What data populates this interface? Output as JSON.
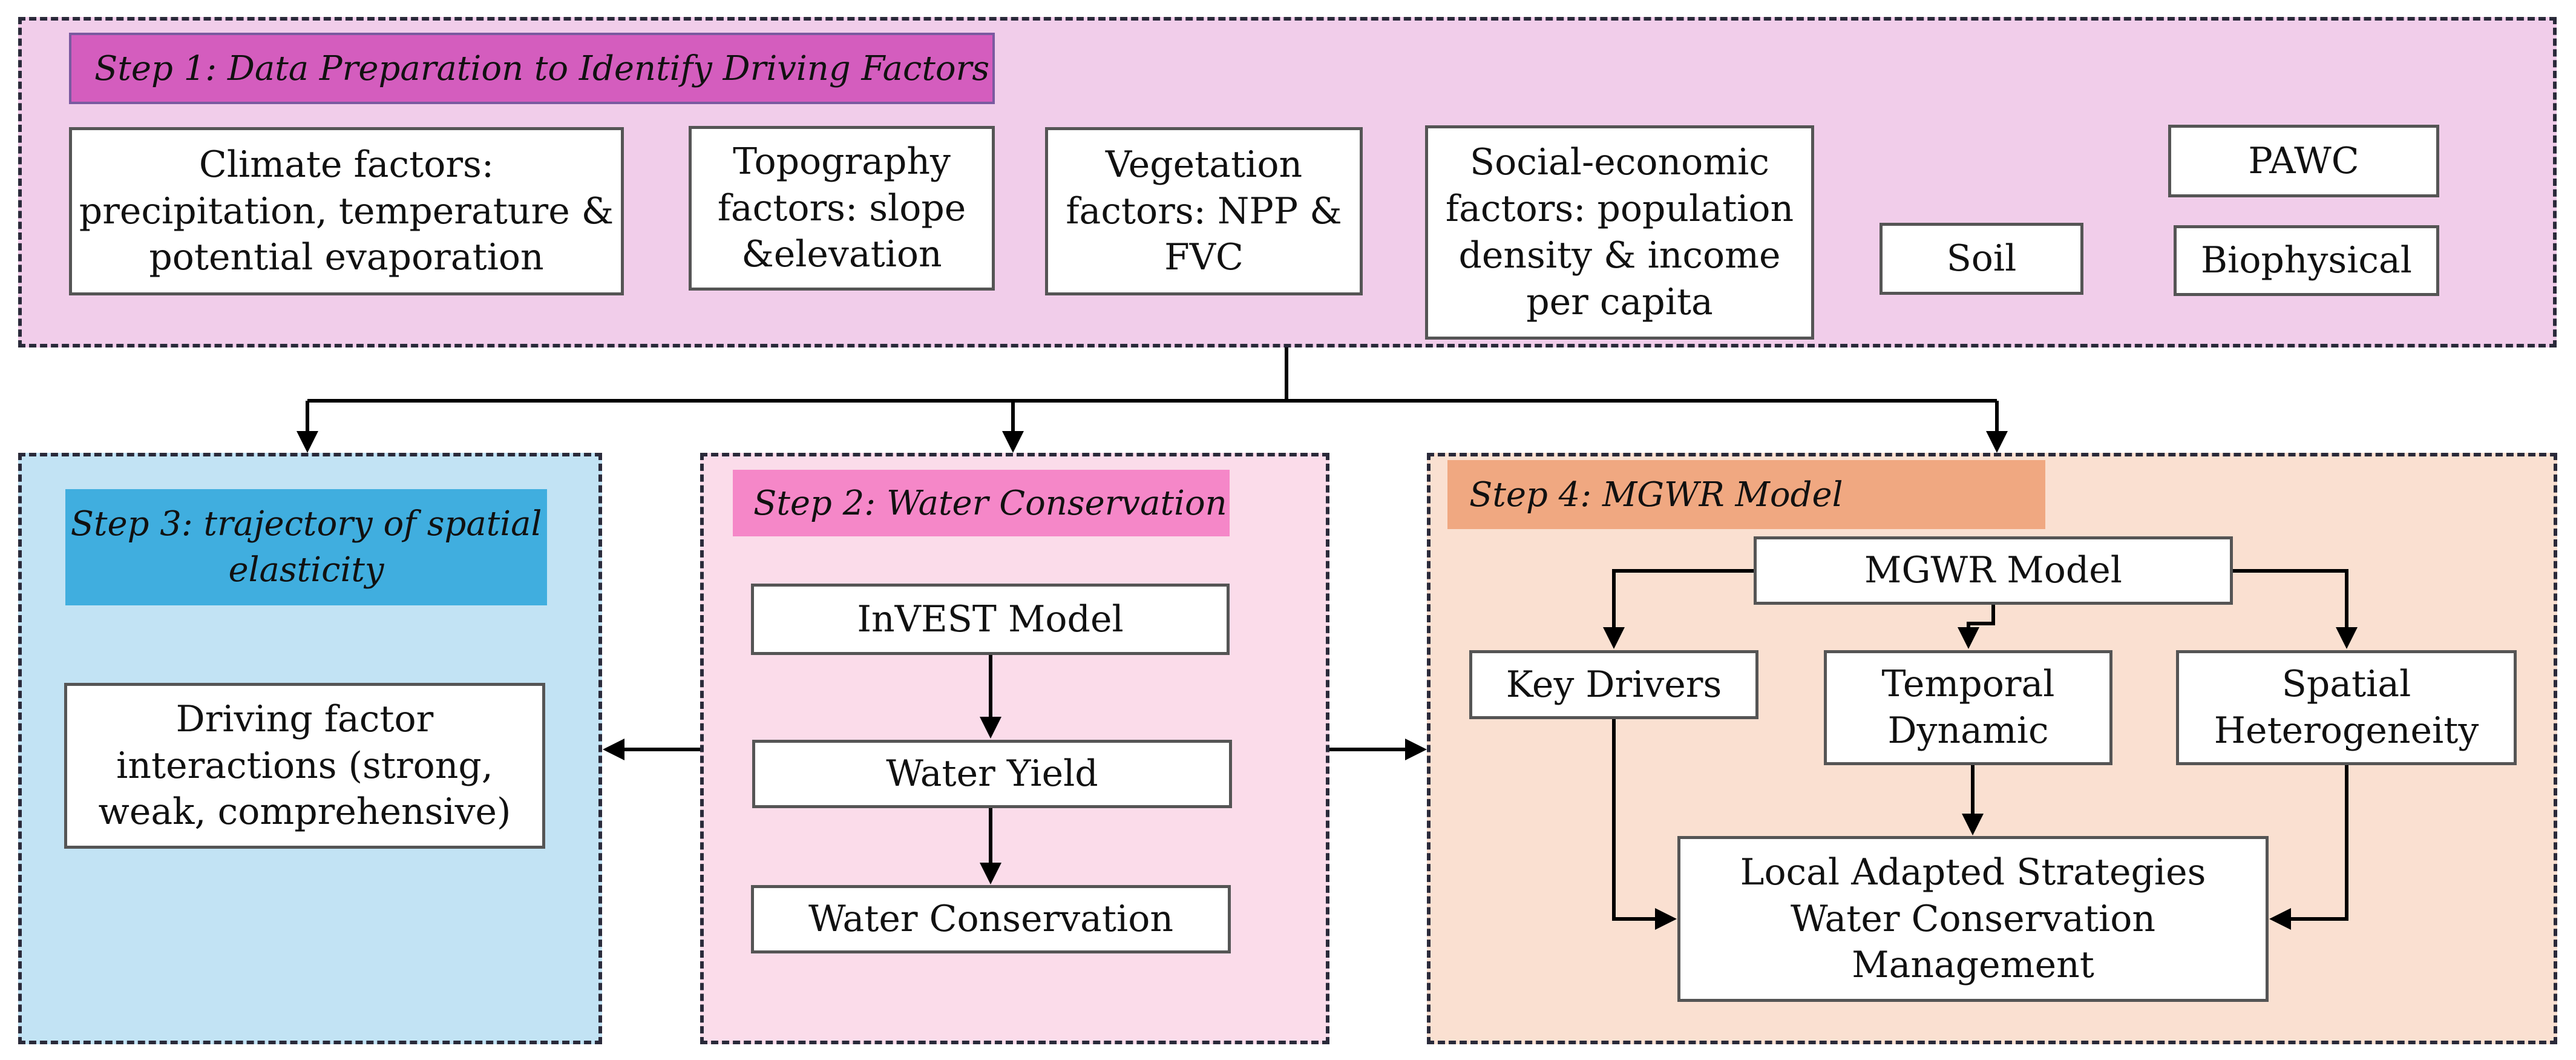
{
  "colors": {
    "step1_panel": "#f1cdea",
    "step1_tag": "#d45dbe",
    "step2_panel": "#fbdcea",
    "step2_tag": "#f587c8",
    "step3_panel": "#c2e3f4",
    "step3_tag": "#40aedf",
    "step4_panel": "#fae0d1",
    "step4_tag": "#f0a881",
    "border": "#2a2a3a",
    "arrow": "#000000"
  },
  "step1": {
    "title": "Step 1: Data Preparation to Identify Driving Factors",
    "climate": "Climate factors:\nprecipitation, temperature &\npotential evaporation",
    "topography": "Topography\nfactors: slope\n&elevation",
    "vegetation": "Vegetation\nfactors: NPP &\nFVC",
    "social": "Social-economic\nfactors: population\ndensity  & income\nper capita",
    "soil": "Soil",
    "pawc": "PAWC",
    "biophysical": "Biophysical"
  },
  "step2": {
    "title": "Step 2: Water Conservation",
    "invest": "InVEST Model",
    "yield": "Water Yield",
    "conservation": "Water Conservation"
  },
  "step3": {
    "title": "Step 3: trajectory of spatial\nelasticity",
    "interactions": "Driving factor\ninteractions (strong,\nweak, comprehensive)"
  },
  "step4": {
    "title": "Step 4: MGWR Model",
    "model": "MGWR Model",
    "drivers": "Key Drivers",
    "temporal": "Temporal\nDynamic",
    "spatial": "Spatial\nHeterogeneity",
    "strategies": "Local Adapted Strategies\nWater Conservation\nManagement"
  }
}
